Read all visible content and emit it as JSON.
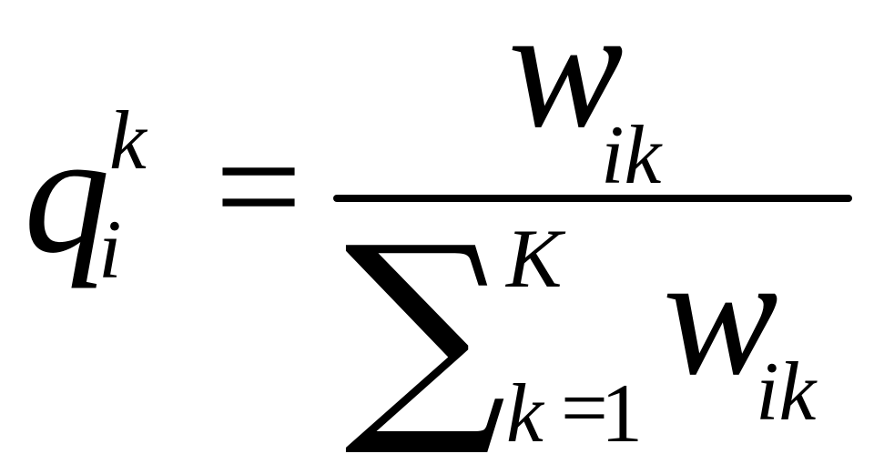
{
  "formula": {
    "lhs": {
      "symbol": "q",
      "superscript": "k",
      "subscript": "i"
    },
    "equals": "=",
    "numerator": {
      "symbol": "w",
      "subscript": "ik"
    },
    "denominator": {
      "operator": "∑",
      "upper_limit": "K",
      "lower_var": "k",
      "lower_eq": "=",
      "lower_value": "1",
      "symbol": "w",
      "subscript": "ik"
    }
  }
}
